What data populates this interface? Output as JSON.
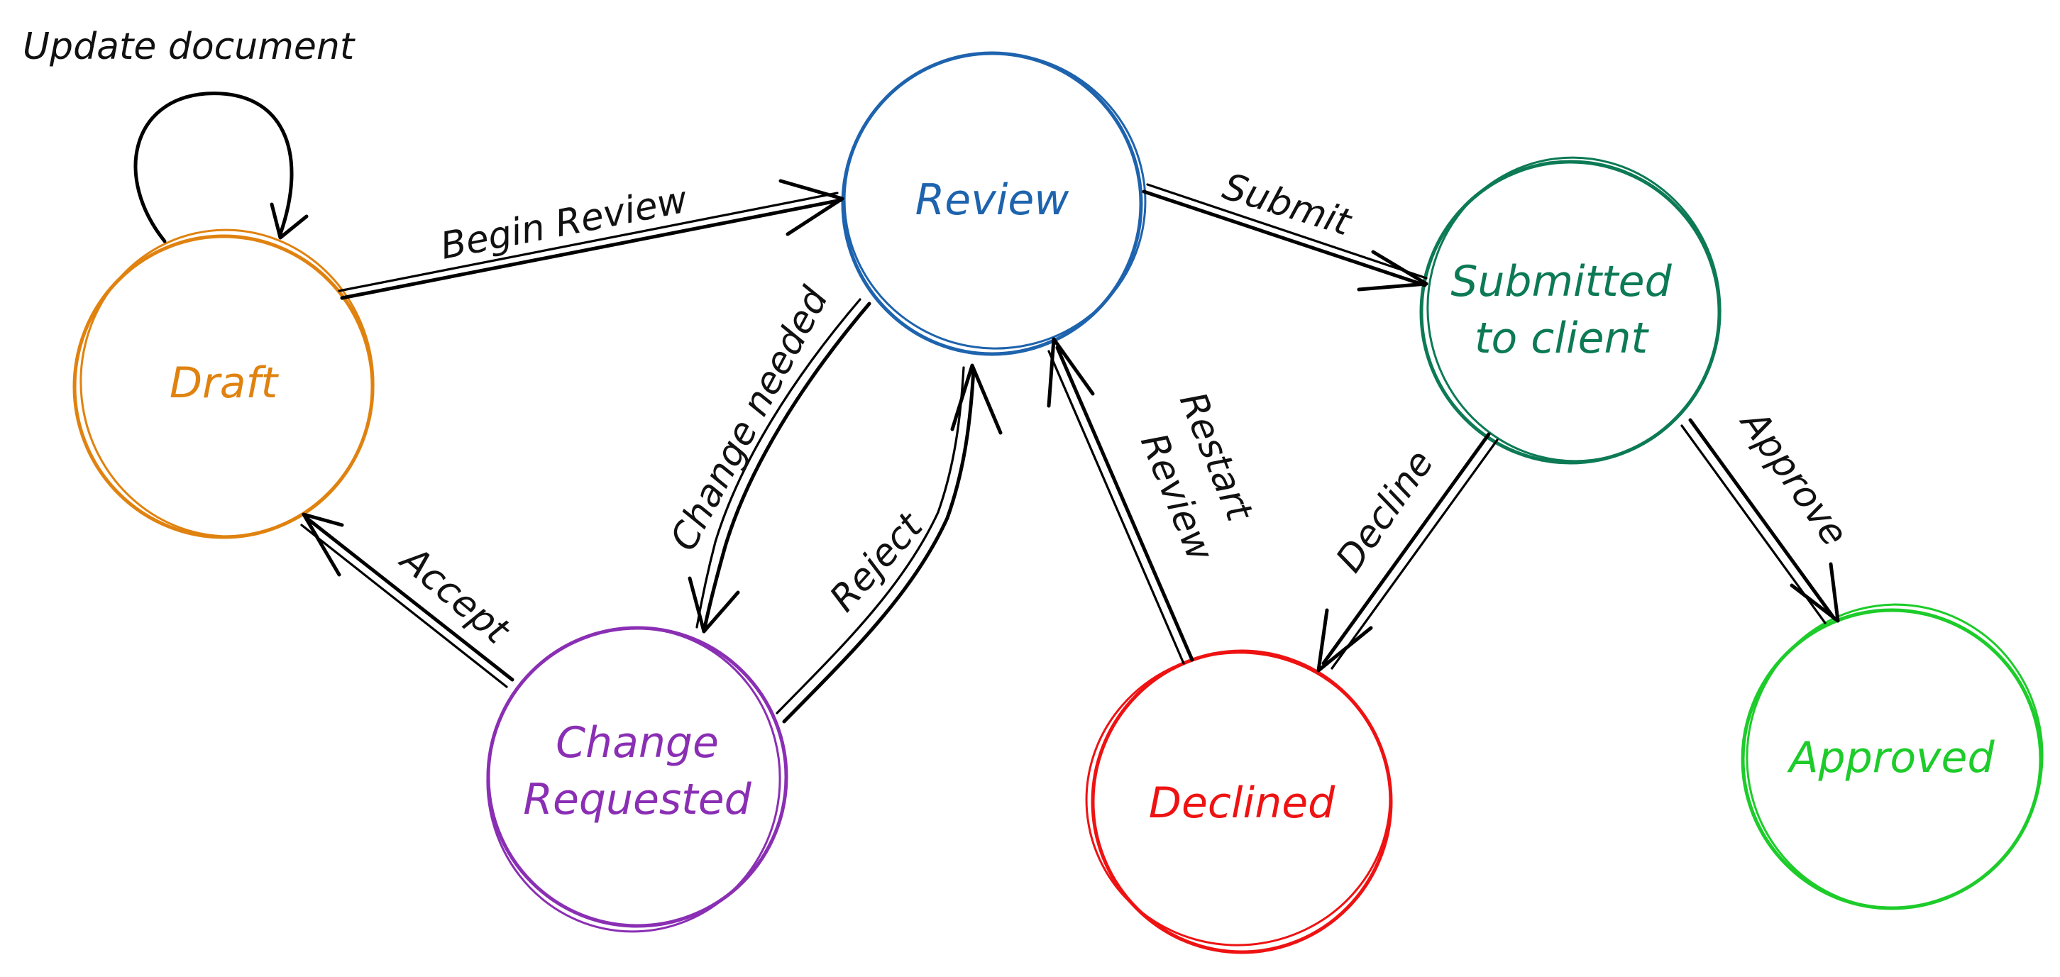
{
  "states": {
    "draft": {
      "label": "Draft",
      "color": "#e0820f"
    },
    "review": {
      "label": "Review",
      "color": "#1e63ad"
    },
    "submitted": {
      "line1": "Submitted",
      "line2": "to client",
      "color": "#0c7a55"
    },
    "change_requested": {
      "line1": "Change",
      "line2": "Requested",
      "color": "#8a2fb4"
    },
    "declined": {
      "label": "Declined",
      "color": "#ee1212"
    },
    "approved": {
      "label": "Approved",
      "color": "#1dcc2a"
    }
  },
  "transitions": {
    "update_document": "Update document",
    "begin_review": "Begin Review",
    "submit": "Submit",
    "change_needed": "Change needed",
    "reject": "Reject",
    "accept": "Accept",
    "restart_line1": "Restart",
    "restart_line2": "Review",
    "decline": "Decline",
    "approve": "Approve"
  }
}
